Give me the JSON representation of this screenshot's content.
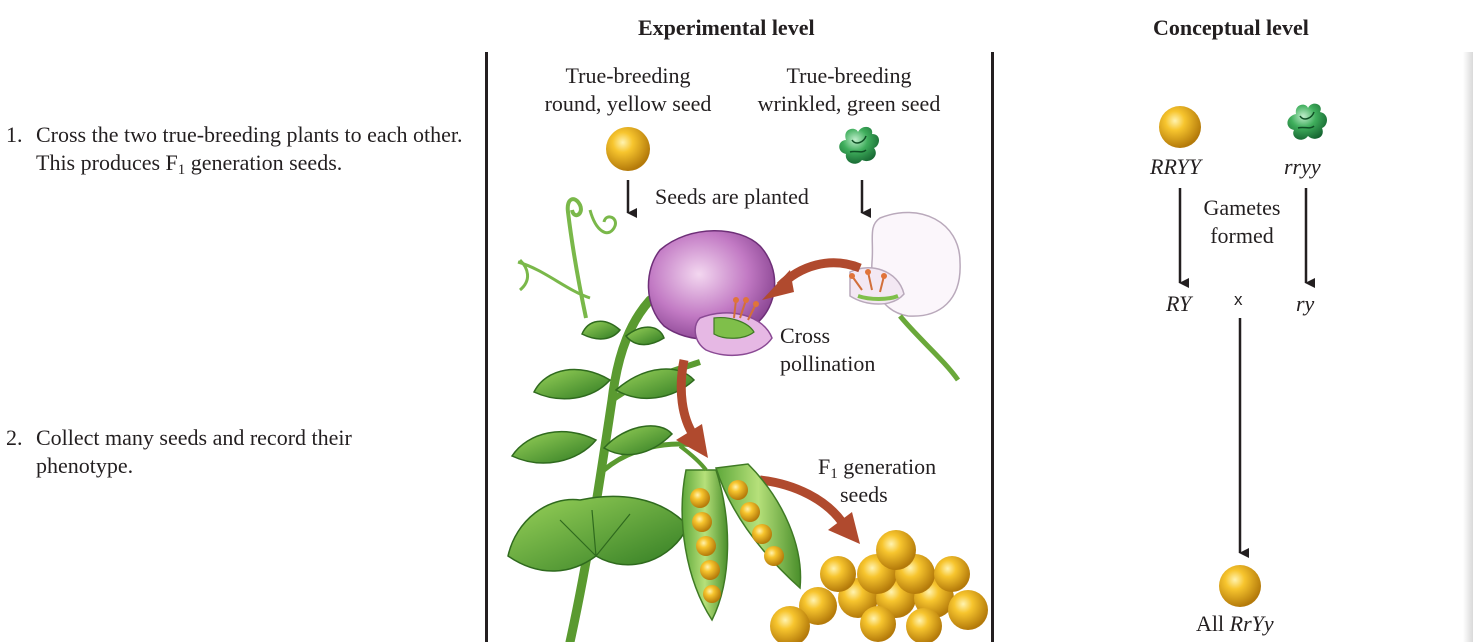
{
  "headers": {
    "experimental": "Experimental level",
    "conceptual": "Conceptual level"
  },
  "steps": [
    {
      "number": "1.",
      "text_before_sub": "Cross the two true-breeding plants to each other. This produces F",
      "sub": "1",
      "text_after_sub": " generation seeds."
    },
    {
      "number": "2.",
      "text_before_sub": "Collect many seeds and record their phenotype.",
      "sub": "",
      "text_after_sub": ""
    }
  ],
  "experimental": {
    "parent_left": {
      "line1": "True-breeding",
      "line2": "round, yellow seed"
    },
    "parent_right": {
      "line1": "True-breeding",
      "line2": "wrinkled, green seed"
    },
    "planted_label": "Seeds are planted",
    "cross_label": {
      "line1": "Cross",
      "line2": "pollination"
    },
    "f1_label": {
      "prefix": "F",
      "sub": "1",
      "suffix": " generation",
      "line2": "seeds"
    }
  },
  "conceptual": {
    "genotype_left": "RRYY",
    "genotype_right": "rryy",
    "gametes_label": {
      "line1": "Gametes",
      "line2": "formed"
    },
    "gamete_left": "RY",
    "cross_symbol": "x",
    "gamete_right": "ry",
    "offspring_prefix": "All ",
    "offspring_genotype": "RrYy"
  },
  "colors": {
    "seed_yellow": "#f2b31c",
    "seed_green": "#2f9a4a",
    "flower_purple": "#b868b8",
    "arrow_red": "#b04a2e",
    "leaf_green": "#4c9a2a",
    "stem_green": "#6aa83a"
  }
}
